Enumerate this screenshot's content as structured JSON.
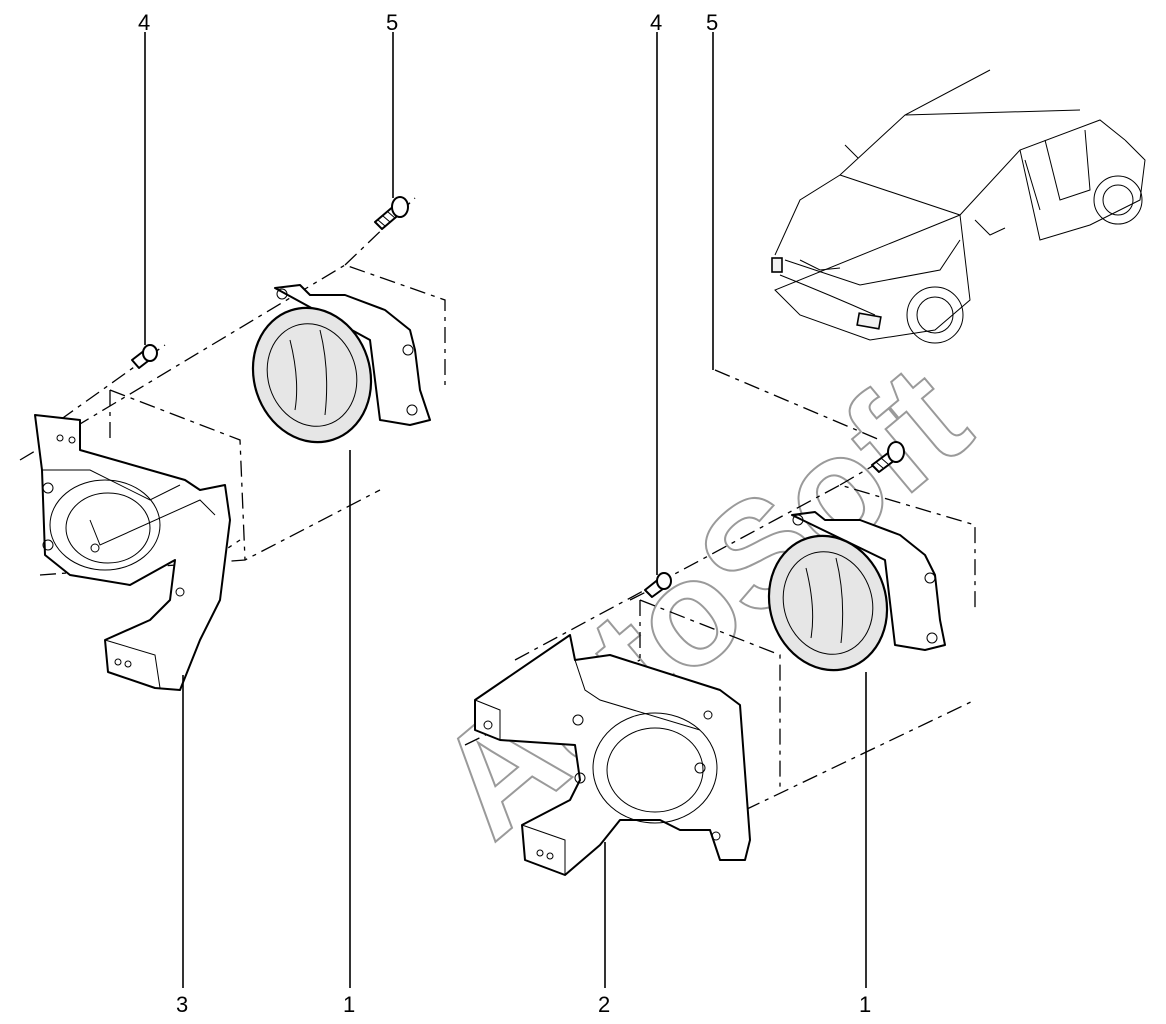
{
  "callouts": {
    "top_left_screw_label": "4",
    "top_left_bolt_label": "5",
    "top_right_screw_label": "4",
    "top_right_bolt_label": "5",
    "bottom_left_bracket_label": "3",
    "bottom_left_lamp_label": "1",
    "bottom_right_bracket_label": "2",
    "bottom_right_lamp_label": "1"
  },
  "watermark": "AutoSoft"
}
